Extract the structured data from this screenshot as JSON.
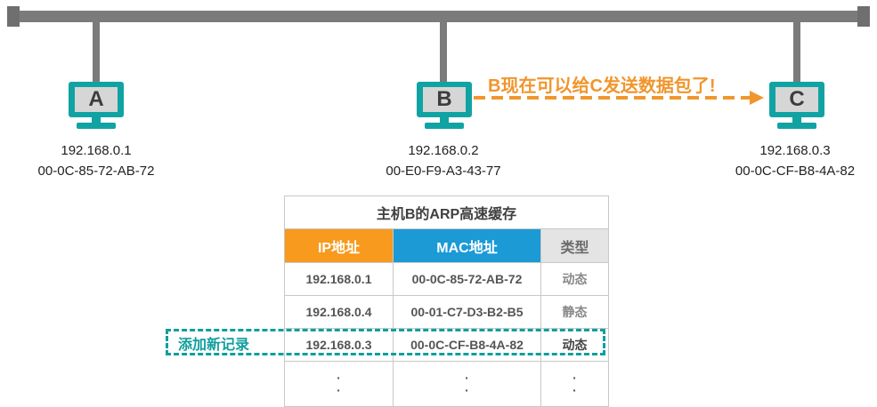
{
  "hosts": {
    "a": {
      "label": "A",
      "ip": "192.168.0.1",
      "mac": "00-0C-85-72-AB-72"
    },
    "b": {
      "label": "B",
      "ip": "192.168.0.2",
      "mac": "00-E0-F9-A3-43-77"
    },
    "c": {
      "label": "C",
      "ip": "192.168.0.3",
      "mac": "00-0C-CF-B8-4A-82"
    }
  },
  "arrow": {
    "label": "B现在可以给C发送数据包了!",
    "color": "#f0962d"
  },
  "arp_table": {
    "title": "主机B的ARP高速缓存",
    "headers": {
      "ip": "IP地址",
      "mac": "MAC地址",
      "type": "类型"
    },
    "rows": [
      {
        "ip": "192.168.0.1",
        "mac": "00-0C-85-72-AB-72",
        "type": "动态"
      },
      {
        "ip": "192.168.0.4",
        "mac": "00-01-C7-D3-B2-B5",
        "type": "静态"
      },
      {
        "ip": "192.168.0.3",
        "mac": "00-0C-CF-B8-4A-82",
        "type": "动态"
      }
    ],
    "continuation": "·"
  },
  "new_record_label": "添加新记录",
  "colors": {
    "teal": "#11a3a3",
    "orange": "#f79a1d",
    "blue": "#1b9ad6",
    "bus": "#7b7b7b"
  }
}
